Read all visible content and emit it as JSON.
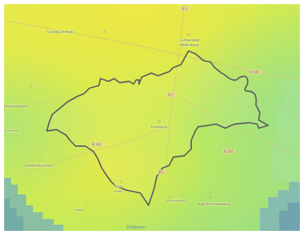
{
  "map": {
    "colors": {
      "raster_warm": "#e8ec4a",
      "raster_mid": "#c4ec56",
      "raster_cool": "#8fdc8a",
      "raster_water": "#76aeb6",
      "boundary_stroke": "#5a5e62",
      "road_stroke": "#d9c27a",
      "place_label": "#6f7a55"
    },
    "place_labels": {
      "coswig": "Coswig (Anhalt)",
      "lutherstadt": "Lutherstadt",
      "wittenberg": "Wittenberg",
      "oranienbaum": "Oranienbaum",
      "kemberg": "Kemberg",
      "grafenhainichen": "Gräfenhainichen",
      "bad_schmiedeberg": "Bad Schmiedeberg",
      "tornau": "Tornau",
      "schmiedeberg_village": "Schmiedeberg",
      "gossa": "Gossa",
      "heide": "Heide",
      "dubener": "Dübener",
      "gremminer": "Gremminer"
    },
    "road_labels": {
      "b2_north": "B 2",
      "b187": "B 187",
      "b2_mid": "B 2",
      "b100": "B 100",
      "b182": "B 182",
      "b2_south": "B 2"
    }
  }
}
